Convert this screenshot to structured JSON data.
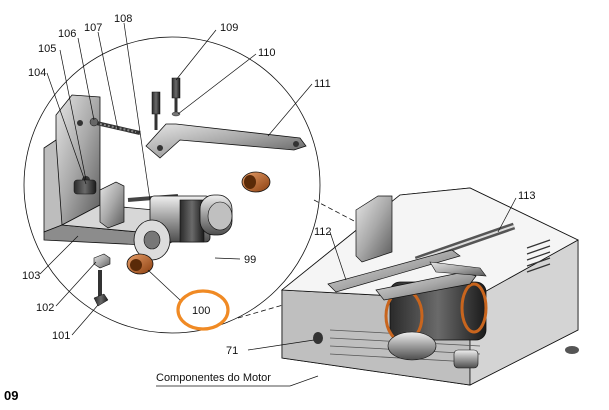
{
  "page_number": "09",
  "caption": "Componentes do Motor",
  "callouts": {
    "c99": "99",
    "c100": "100",
    "c101": "101",
    "c102": "102",
    "c103": "103",
    "c104": "104",
    "c105": "105",
    "c106": "106",
    "c107": "107",
    "c108": "108",
    "c109": "109",
    "c110": "110",
    "c111": "111",
    "c112": "112",
    "c113": "113",
    "c71": "71"
  },
  "colors": {
    "line": "#111111",
    "metal_light": "#cfcfcf",
    "metal_mid": "#9a9a9a",
    "metal_dark": "#4a4a4a",
    "bushing_orange": "#c8651e",
    "highlight_ring": "#f08a24"
  }
}
